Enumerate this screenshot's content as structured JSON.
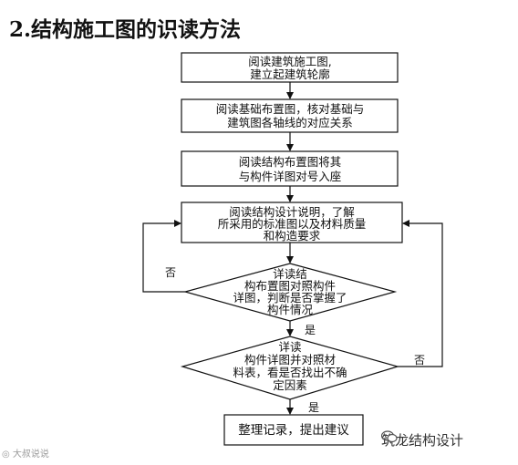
{
  "title": "2.结构施工图的识读方法",
  "nodes": [
    {
      "id": "n1",
      "shape": "rect",
      "lines": [
        "阅读建筑施工图,",
        "建立起建筑轮廓"
      ]
    },
    {
      "id": "n2",
      "shape": "rect",
      "lines": [
        "阅读基础布置图，核对基础与",
        "建筑图各轴线的对应关系"
      ]
    },
    {
      "id": "n3",
      "shape": "rect",
      "lines": [
        "阅读结构布置图将其",
        "与构件详图对号入座"
      ]
    },
    {
      "id": "n4",
      "shape": "rect",
      "lines": [
        "阅读结构设计说明，了解",
        "所采用的标准图以及材料质量",
        "和构造要求"
      ]
    },
    {
      "id": "d1",
      "shape": "diamond",
      "lines": [
        "详读结",
        "构布置图对照构件",
        "详图，判断是否掌握了",
        "构件情况"
      ]
    },
    {
      "id": "d2",
      "shape": "diamond",
      "lines": [
        "详读",
        "构件详图并对照材",
        "料表，看是否找出不确",
        "定因素"
      ]
    },
    {
      "id": "n5",
      "shape": "rect",
      "lines": [
        "整理记录，提出建议"
      ]
    }
  ],
  "edges": [
    {
      "from": "n1",
      "to": "n2",
      "label": ""
    },
    {
      "from": "n2",
      "to": "n3",
      "label": ""
    },
    {
      "from": "n3",
      "to": "n4",
      "label": ""
    },
    {
      "from": "n4",
      "to": "d1",
      "label": ""
    },
    {
      "from": "d1",
      "to": "d2",
      "label": "是"
    },
    {
      "from": "d1",
      "to": "n4",
      "label": "否"
    },
    {
      "from": "d2",
      "to": "n5",
      "label": "是"
    },
    {
      "from": "d2",
      "to": "n4",
      "label": "否"
    }
  ],
  "watermark_right": "筑龙结构设计",
  "watermark_left": "大叔说说"
}
